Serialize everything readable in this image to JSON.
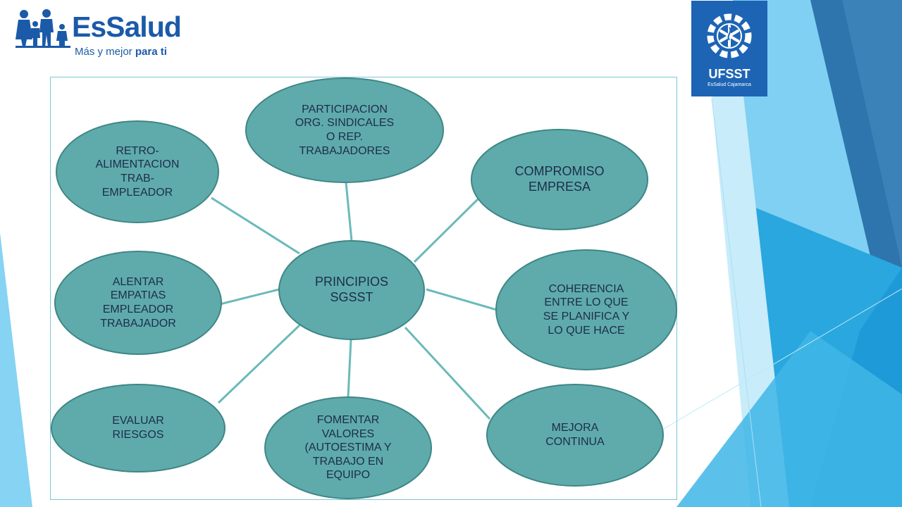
{
  "header": {
    "logo_name": "EsSalud",
    "logo_tagline_regular": "Más y mejor",
    "logo_tagline_bold": "para ti",
    "badge_title": "UFSST",
    "badge_subtitle": "EsSalud Cajamarca"
  },
  "diagram": {
    "center": {
      "label": "PRINCIPIOS\nSGSST"
    },
    "nodes": [
      {
        "id": "participacion",
        "label": "PARTICIPACION\nORG. SINDICALES\nO REP.\nTRABAJADORES"
      },
      {
        "id": "compromiso",
        "label": "COMPROMISO\nEMPRESA"
      },
      {
        "id": "coherencia",
        "label": "COHERENCIA\nENTRE LO QUE\nSE PLANIFICA Y\nLO QUE HACE"
      },
      {
        "id": "mejora",
        "label": "MEJORA\nCONTINUA"
      },
      {
        "id": "fomentar",
        "label": "FOMENTAR\nVALORES\n(AUTOESTIMA Y\nTRABAJO EN\nEQUIPO"
      },
      {
        "id": "evaluar",
        "label": "EVALUAR\nRIESGOS"
      },
      {
        "id": "alentar",
        "label": "ALENTAR\nEMPATIAS\nEMPLEADOR\nTRABAJADOR"
      },
      {
        "id": "retro",
        "label": "RETRO-\nALIMENTACION\nTRAB-\nEMPLEADOR"
      }
    ]
  },
  "colors": {
    "node_fill": "#5fabab",
    "node_stroke": "#3f8686",
    "connector": "#6bbaba",
    "text": "#1d2d4a",
    "brand_blue": "#1b5aa8",
    "badge_blue": "#1d64b4"
  }
}
